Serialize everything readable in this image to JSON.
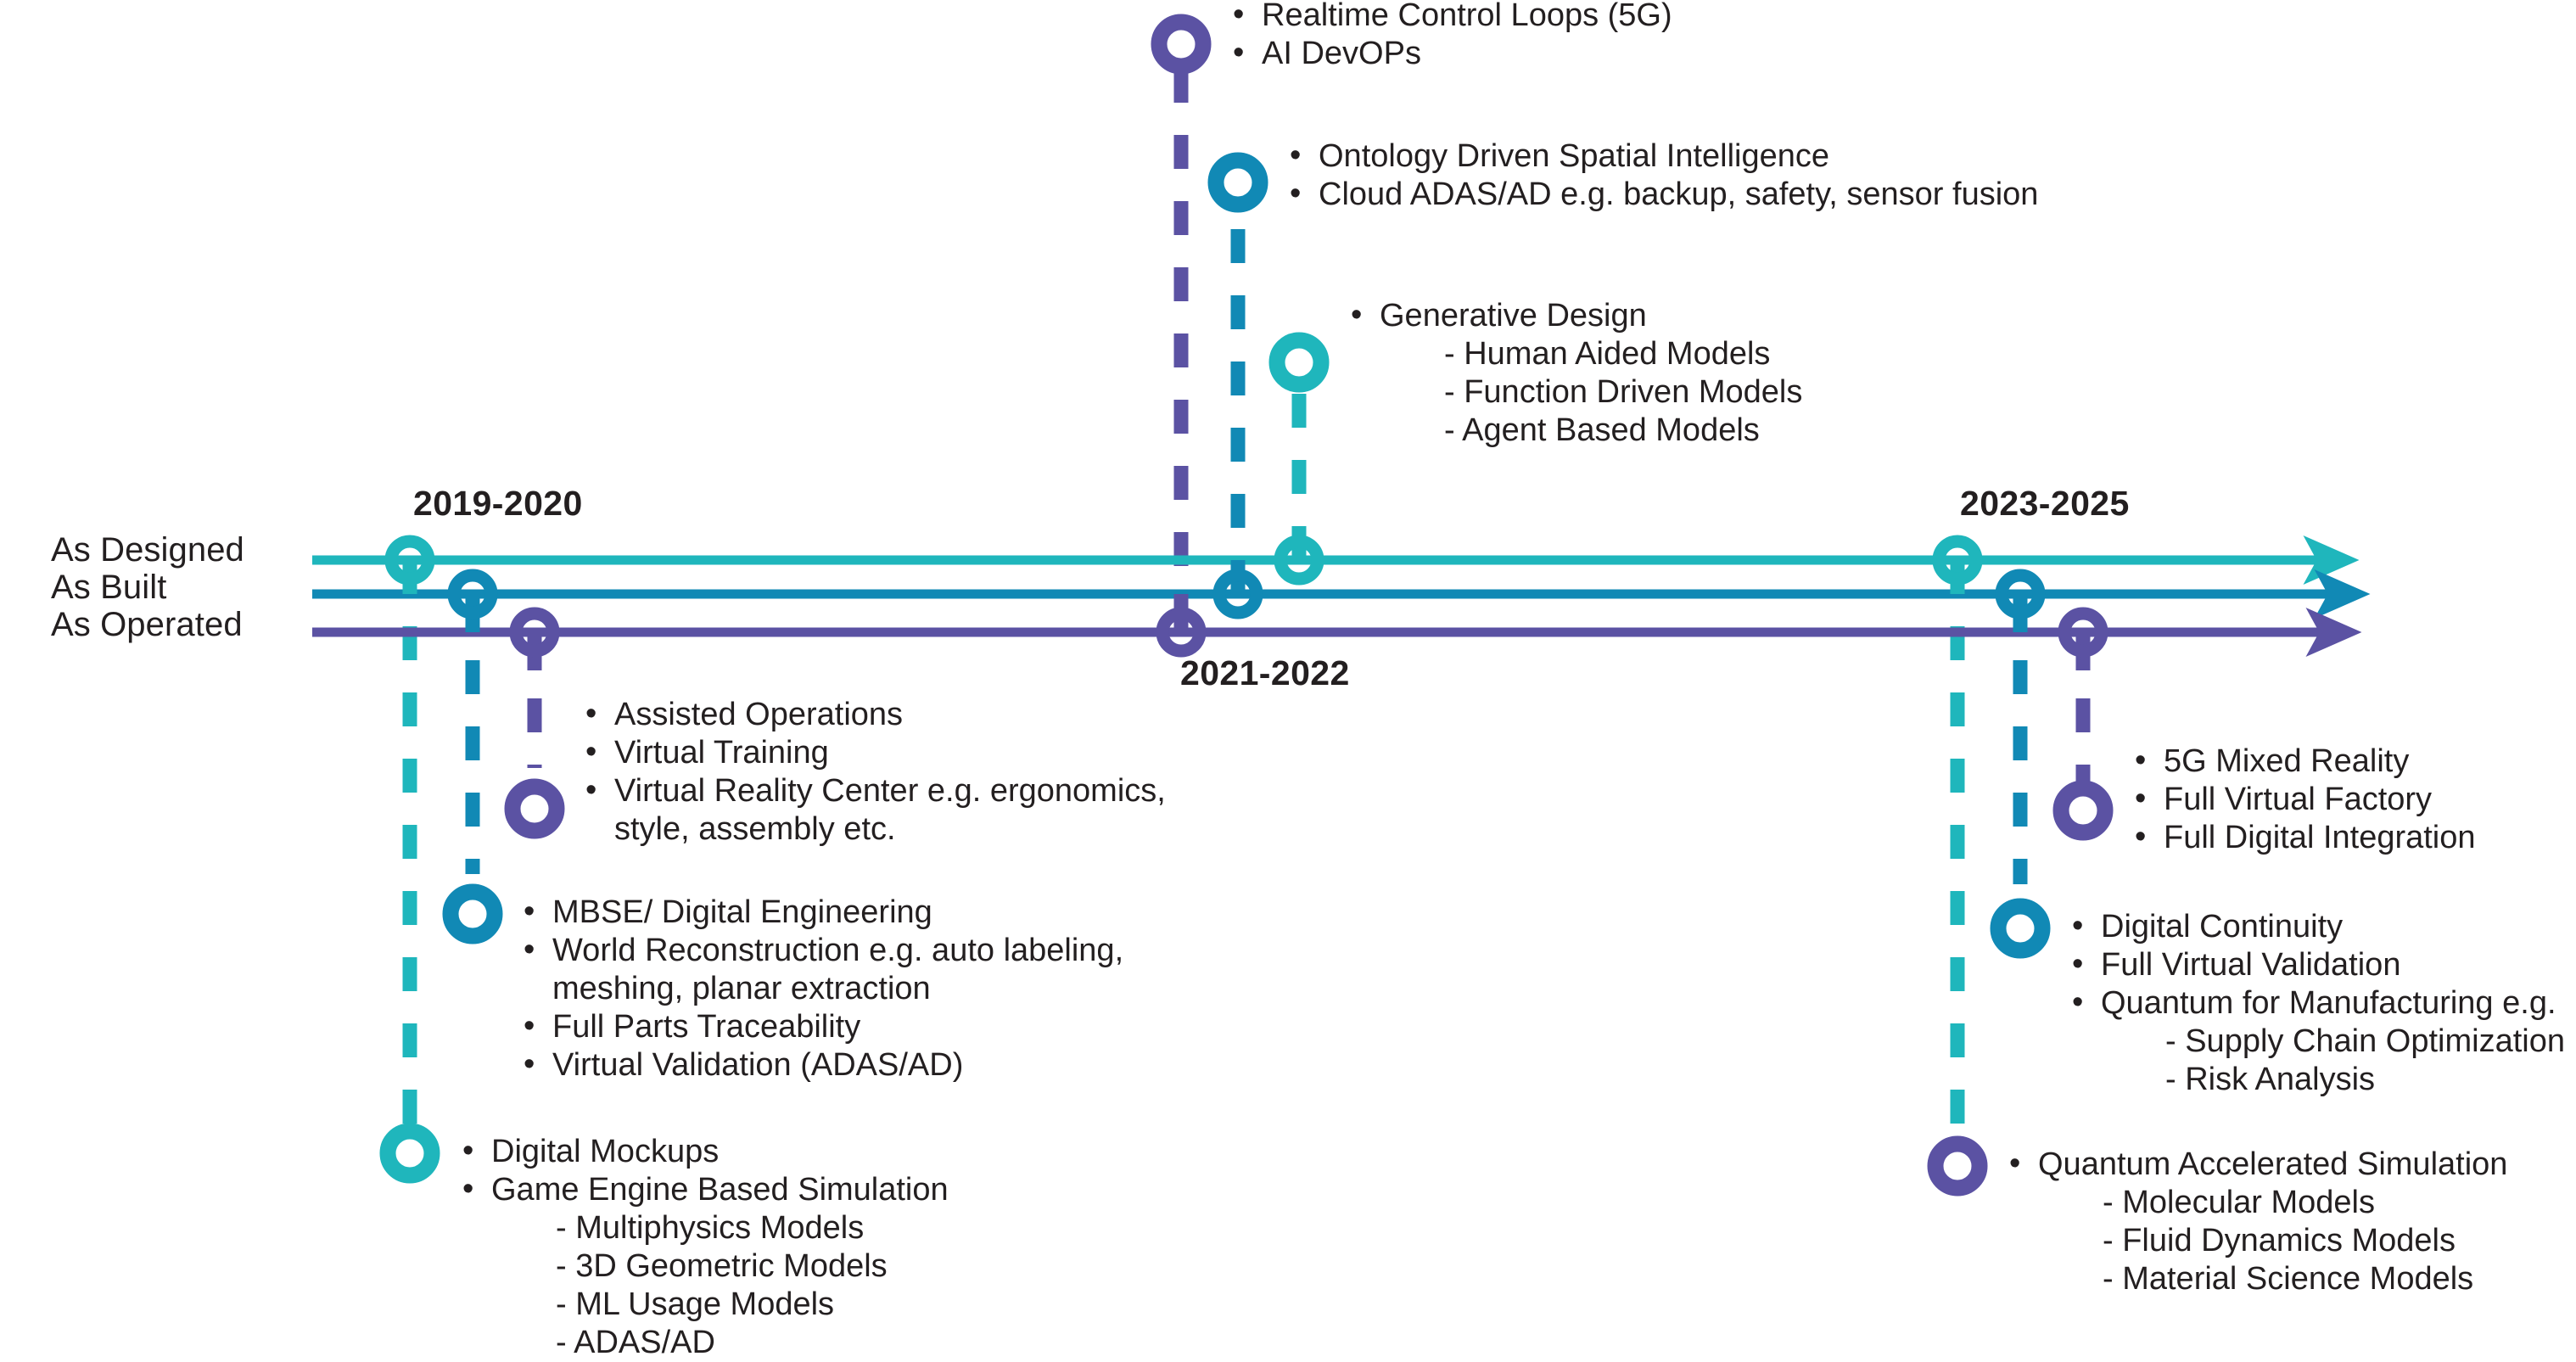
{
  "colors": {
    "as_designed": "#1FB6BC",
    "as_built": "#1189B5",
    "as_operated": "#5B52A3",
    "text": "#231f20",
    "background": "#ffffff"
  },
  "lanes": [
    {
      "id": "as-designed",
      "label": "As Designed",
      "color": "#1FB6BC"
    },
    {
      "id": "as-built",
      "label": "As Built",
      "color": "#1189B5"
    },
    {
      "id": "as-operated",
      "label": "As Operated",
      "color": "#5B52A3"
    }
  ],
  "periods": [
    {
      "id": "p1",
      "label": "2019-2020"
    },
    {
      "id": "p2",
      "label": "2021-2022"
    },
    {
      "id": "p3",
      "label": "2023-2025"
    }
  ],
  "milestones": [
    {
      "id": "m-realtime-control-loops",
      "lane": "as-operated",
      "period": "2021-2022",
      "direction": "up",
      "items": [
        {
          "text": "Realtime Control Loops (5G)",
          "level": 1
        },
        {
          "text": "AI DevOPs",
          "level": 1
        }
      ]
    },
    {
      "id": "m-ontology-driven",
      "lane": "as-built",
      "period": "2021-2022",
      "direction": "up",
      "items": [
        {
          "text": "Ontology Driven Spatial Intelligence",
          "level": 1
        },
        {
          "text": "Cloud ADAS/AD e.g. backup, safety, sensor fusion",
          "level": 1
        }
      ]
    },
    {
      "id": "m-generative-design",
      "lane": "as-designed",
      "period": "2021-2022",
      "direction": "up",
      "items": [
        {
          "text": "Generative Design",
          "level": 1
        },
        {
          "text": "- Human Aided Models",
          "level": 2
        },
        {
          "text": "- Function Driven Models",
          "level": 2
        },
        {
          "text": "- Agent Based Models",
          "level": 2
        }
      ]
    },
    {
      "id": "m-assisted-operations",
      "lane": "as-operated",
      "period": "2019-2020",
      "direction": "down",
      "items": [
        {
          "text": "Assisted Operations",
          "level": 1
        },
        {
          "text": "Virtual Training",
          "level": 1
        },
        {
          "text": "Virtual Reality Center e.g. ergonomics,",
          "level": 1
        },
        {
          "text": "style, assembly etc.",
          "level": 1,
          "continuation": true
        }
      ]
    },
    {
      "id": "m-mbse",
      "lane": "as-built",
      "period": "2019-2020",
      "direction": "down",
      "items": [
        {
          "text": "MBSE/ Digital Engineering",
          "level": 1
        },
        {
          "text": "World Reconstruction e.g. auto labeling,",
          "level": 1
        },
        {
          "text": "meshing, planar extraction",
          "level": 1,
          "continuation": true
        },
        {
          "text": "Full Parts Traceability",
          "level": 1
        },
        {
          "text": "Virtual Validation (ADAS/AD)",
          "level": 1
        }
      ]
    },
    {
      "id": "m-digital-mockups",
      "lane": "as-designed",
      "period": "2019-2020",
      "direction": "down",
      "items": [
        {
          "text": "Digital Mockups",
          "level": 1
        },
        {
          "text": "Game Engine Based Simulation",
          "level": 1
        },
        {
          "text": "- Multiphysics Models",
          "level": 2
        },
        {
          "text": "- 3D Geometric Models",
          "level": 2
        },
        {
          "text": "- ML Usage Models",
          "level": 2
        },
        {
          "text": "- ADAS/AD",
          "level": 2
        }
      ]
    },
    {
      "id": "m-5g-mixed-reality",
      "lane": "as-operated",
      "period": "2023-2025",
      "direction": "down",
      "items": [
        {
          "text": "5G Mixed Reality",
          "level": 1
        },
        {
          "text": "Full Virtual Factory",
          "level": 1
        },
        {
          "text": "Full Digital Integration",
          "level": 1
        }
      ]
    },
    {
      "id": "m-digital-continuity",
      "lane": "as-built",
      "period": "2023-2025",
      "direction": "down",
      "items": [
        {
          "text": "Digital Continuity",
          "level": 1
        },
        {
          "text": "Full Virtual Validation",
          "level": 1
        },
        {
          "text": "Quantum for Manufacturing e.g.",
          "level": 1
        },
        {
          "text": "- Supply Chain Optimization",
          "level": 2
        },
        {
          "text": "- Risk Analysis",
          "level": 2
        }
      ]
    },
    {
      "id": "m-quantum-accelerated",
      "lane": "as-designed",
      "period": "2023-2025",
      "direction": "down",
      "items": [
        {
          "text": "Quantum Accelerated Simulation",
          "level": 1
        },
        {
          "text": "- Molecular Models",
          "level": 2
        },
        {
          "text": "- Fluid Dynamics Models",
          "level": 2
        },
        {
          "text": "- Material Science Models",
          "level": 2
        }
      ]
    }
  ],
  "text_blocks": {
    "realtime": [
      "Realtime Control Loops (5G)",
      "AI DevOPs"
    ],
    "ontology": [
      "Ontology Driven Spatial Intelligence",
      "Cloud ADAS/AD e.g. backup, safety, sensor fusion"
    ],
    "generative": [
      "Generative Design",
      "- Human Aided Models",
      "- Function Driven Models",
      "- Agent Based Models"
    ],
    "assisted": [
      "Assisted Operations",
      "Virtual Training",
      "Virtual Reality Center e.g. ergonomics,",
      "style, assembly etc."
    ],
    "mbse": [
      "MBSE/ Digital Engineering",
      "World Reconstruction e.g. auto labeling,",
      "meshing, planar extraction",
      "Full Parts Traceability",
      "Virtual Validation (ADAS/AD)"
    ],
    "mockups": [
      "Digital Mockups",
      "Game Engine Based Simulation",
      "- Multiphysics Models",
      "- 3D Geometric Models",
      "- ML Usage Models",
      "- ADAS/AD"
    ],
    "mixedreality": [
      "5G Mixed Reality",
      "Full Virtual Factory",
      "Full Digital Integration"
    ],
    "continuity": [
      "Digital Continuity",
      "Full Virtual Validation",
      "Quantum for Manufacturing e.g.",
      "- Supply Chain Optimization",
      "- Risk Analysis"
    ],
    "quantum": [
      "Quantum Accelerated Simulation",
      "- Molecular Models",
      "- Fluid Dynamics Models",
      "- Material Science Models"
    ]
  }
}
